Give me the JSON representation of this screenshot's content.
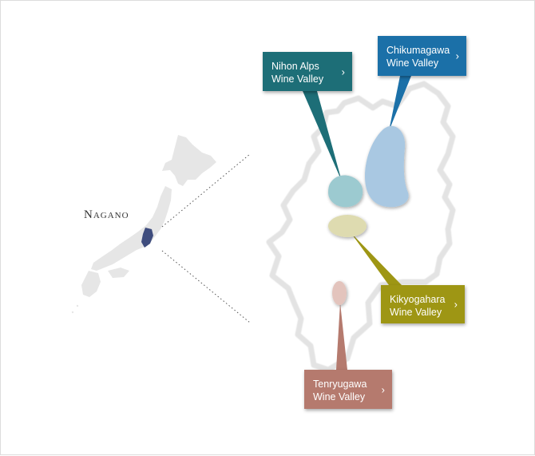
{
  "japan_map": {
    "prefecture_label": "Nagano",
    "highlight_color": "#3f4d7e"
  },
  "regions": [
    {
      "id": "nihon-alps",
      "line1": "Nihon Alps",
      "line2": "Wine Valley",
      "color": "#1d6e77",
      "blob_color": "#9ccad0",
      "chevron": "›"
    },
    {
      "id": "chikumagawa",
      "line1": "Chikumagawa",
      "line2": "Wine Valley",
      "color": "#1b70a8",
      "blob_color": "#a9c8e2",
      "chevron": "›"
    },
    {
      "id": "kikyogahara",
      "line1": "Kikyogahara",
      "line2": "Wine Valley",
      "color": "#9e9614",
      "blob_color": "#dedbb0",
      "chevron": "›"
    },
    {
      "id": "tenryugawa",
      "line1": "Tenryugawa",
      "line2": "Wine Valley",
      "color": "#b57a6e",
      "blob_color": "#e3c4bd",
      "chevron": "›"
    }
  ]
}
